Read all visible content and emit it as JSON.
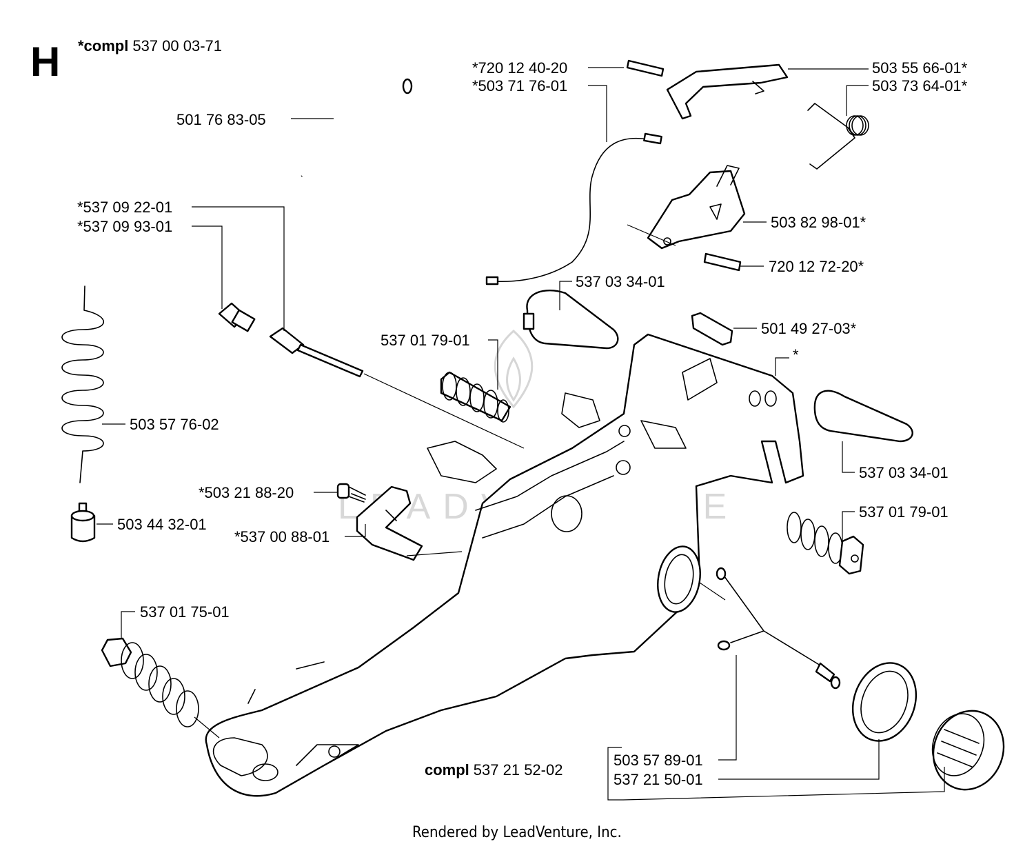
{
  "section_letter": "H",
  "header": {
    "prefix": "*compl",
    "number": "537 00 03-71"
  },
  "labels": {
    "p_501768305": "501 76 83-05",
    "p_720124020": "*720 12 40-20",
    "p_503717601": "*503 71 76-01",
    "p_503556601": "503 55 66-01*",
    "p_503736401": "503 73 64-01*",
    "p_537092201": "*537 09 22-01",
    "p_537099301": "*537 09 93-01",
    "p_503829801": "503 82 98-01*",
    "p_720127220": "720 12 72-20*",
    "p_537033401a": "537 03 34-01",
    "p_501492703": "501 49 27-03*",
    "p_537017901a": "537 01 79-01",
    "p_star": "*",
    "p_503577602": "503 57 76-02",
    "p_537033401b": "537 03 34-01",
    "p_503218820": "*503 21 88-20",
    "p_537017901b": "537 01 79-01",
    "p_503443201": "503 44 32-01",
    "p_537008801": "*537 00 88-01",
    "p_537017501": "537 01 75-01",
    "p_503578901": "503 57 89-01",
    "p_537215001": "537 21 50-01"
  },
  "compl_bottom": {
    "prefix": "compl",
    "number": "537 21 52-02"
  },
  "watermark": "LEADVENTURE",
  "footer": "Rendered by LeadVenture, Inc."
}
